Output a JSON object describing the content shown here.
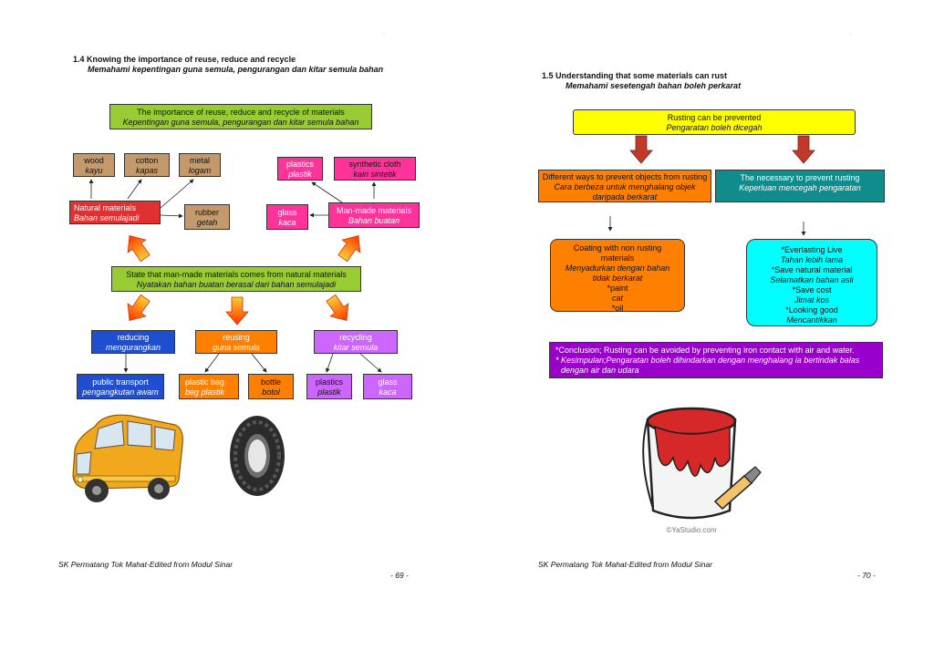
{
  "left_page": {
    "section_title": "1.4 Knowing the importance of reuse, reduce and recycle",
    "section_subtitle": "Memahami kepentingan guna semula, pengurangan dan kitar semula bahan",
    "top_box": {
      "en": "The importance of reuse, reduce and recycle of materials",
      "ms": "Kepentingan guna semula, pengurangan dan kitar semula bahan"
    },
    "wood": {
      "en": "wood",
      "ms": "kayu"
    },
    "cotton": {
      "en": "cotton",
      "ms": "kapas"
    },
    "metal": {
      "en": "metal",
      "ms": "logam"
    },
    "plastics_top": {
      "en": "plastics",
      "ms": "plastik"
    },
    "synthetic": {
      "en": "synthetic cloth",
      "ms": "kain sintetik"
    },
    "natural": {
      "en": "Natural materials",
      "ms": "Bahan semulajadi"
    },
    "rubber": {
      "en": "rubber",
      "ms": "getah"
    },
    "glass_mid": {
      "en": "glass",
      "ms": "kaca"
    },
    "manmade": {
      "en": "Man-made materials",
      "ms": "Bahan buatan"
    },
    "state_box": {
      "en": "State that man-made materials comes from natural materials",
      "ms": "Nyatakan bahan buatan berasal dari bahan semulajadi"
    },
    "reducing": {
      "en": "reducing",
      "ms": "mengurangkan"
    },
    "reusing": {
      "en": "reusing",
      "ms": "guna semula"
    },
    "recycling": {
      "en": "recycling",
      "ms": "kitar semula"
    },
    "public_transport": {
      "en": "public transport",
      "ms": "pengangkutan awam"
    },
    "plastic_bag": {
      "en": "plastic bag",
      "ms": "beg plastik"
    },
    "bottle": {
      "en": "bottle",
      "ms": "botol"
    },
    "plastics_bottom": {
      "en": "plastics",
      "ms": "plastik"
    },
    "glass_bottom": {
      "en": "glass",
      "ms": "kaca"
    },
    "footer": "SK Permatang Tok Mahat-Edited from Modul Sinar",
    "page_number": "- 69 -"
  },
  "right_page": {
    "section_title": "1.5  Understanding that some materials can rust",
    "section_subtitle": "Memahami sesetengah bahan boleh perkarat",
    "rust_box": {
      "en": "Rusting can be prevented",
      "ms": "Pengaratan boleh dicegah"
    },
    "ways_box": {
      "en": "Different ways to prevent objects from rusting",
      "ms1": "Cara berbeza untuk menghalang objek",
      "ms2": "daripada berkarat"
    },
    "necessary_box": {
      "en": "The necessary to prevent rusting",
      "ms": "Keperluan mencegah pengaratan"
    },
    "coating_box": {
      "l1": "Coating with non rusting",
      "l2": "materials",
      "l3": "Menyadurkan dengan bahan",
      "l4": "tidak berkarat",
      "l5": "*paint",
      "l6": "cat",
      "l7": "*oil"
    },
    "benefits_box": {
      "l1": "*Everlasting Live",
      "l2": "Tahan lebih lama",
      "l3": "*Save natural material",
      "l4": "Selamatkan bahan asli",
      "l5": "*Save cost",
      "l6": "Jimat kos",
      "l7": "*Looking good",
      "l8": "Mencantikkan"
    },
    "conclusion": {
      "en": "*Conclusion; Rusting can be avoided by preventing iron contact  with air and water.",
      "ms1": "* Kesimpulan;Pengaratan boleh dihindarkan dengan menghalang ia bertindak balas",
      "ms2": "dengan air dan udara"
    },
    "watermark": "©YaStudio.com",
    "footer": "SK Permatang Tok Mahat-Edited from Modul Sinar",
    "page_number": "- 70 -"
  },
  "colors": {
    "green": "#99cc33",
    "tan": "#c49a6c",
    "orange": "#ff7f00",
    "magenta": "#ff3399",
    "red": "#e03030",
    "blue": "#1f4fd0",
    "violet": "#cc66ff",
    "yellow": "#ffff00",
    "teal": "#108c8c",
    "cyan": "#00ffff",
    "purple": "#9900cc"
  }
}
